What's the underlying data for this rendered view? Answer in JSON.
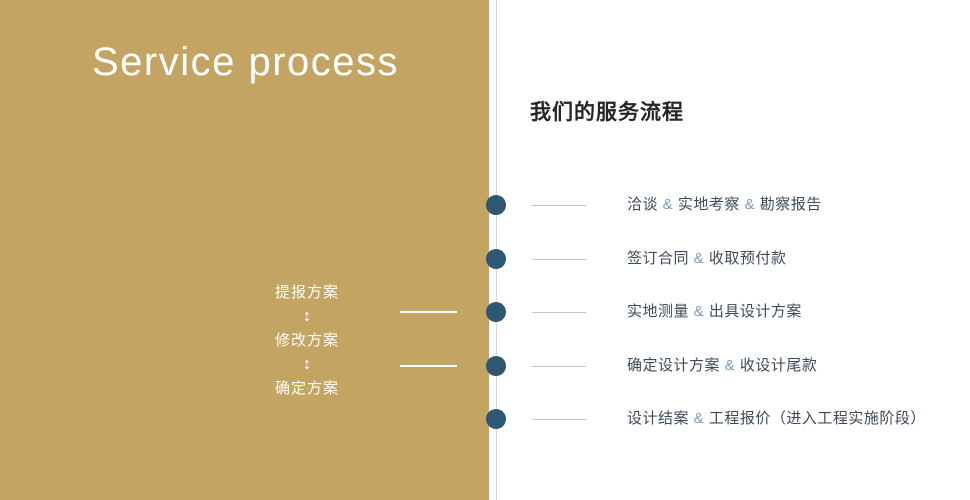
{
  "colors": {
    "panel_bg": "#c4a462",
    "dot": "#2e5871",
    "step_text": "#3d4b59",
    "amp": "#7d9ab3",
    "dash": "#c4c4c4",
    "title": "#262626",
    "connector": "#ffffff"
  },
  "left_panel": {
    "title": "Service process",
    "loop": {
      "labels": [
        "提报方案",
        "修改方案",
        "确定方案"
      ],
      "arrow": "↕"
    }
  },
  "right_panel": {
    "title": "我们的服务流程",
    "steps": [
      {
        "parts": [
          "洽谈",
          "实地考察",
          "勘察报告"
        ]
      },
      {
        "parts": [
          "签订合同",
          "收取预付款"
        ]
      },
      {
        "parts": [
          "实地测量",
          "出具设计方案"
        ]
      },
      {
        "parts": [
          "确定设计方案",
          "收设计尾款"
        ]
      },
      {
        "parts": [
          "设计结案",
          "工程报价（进入工程实施阶段）"
        ]
      }
    ]
  },
  "symbols": {
    "amp": "&"
  }
}
